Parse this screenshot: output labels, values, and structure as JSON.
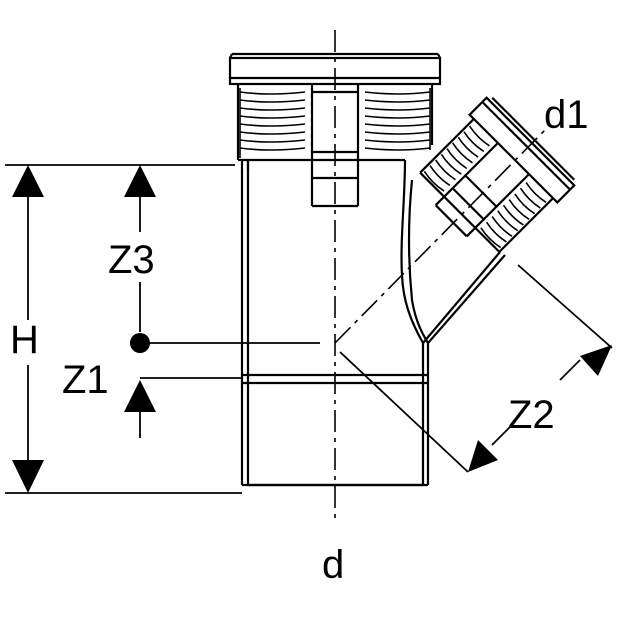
{
  "labels": {
    "d1": "d1",
    "d": "d",
    "H": "H",
    "Z1": "Z1",
    "Z2": "Z2",
    "Z3": "Z3"
  },
  "colors": {
    "line": "#000000",
    "background": "#ffffff"
  }
}
